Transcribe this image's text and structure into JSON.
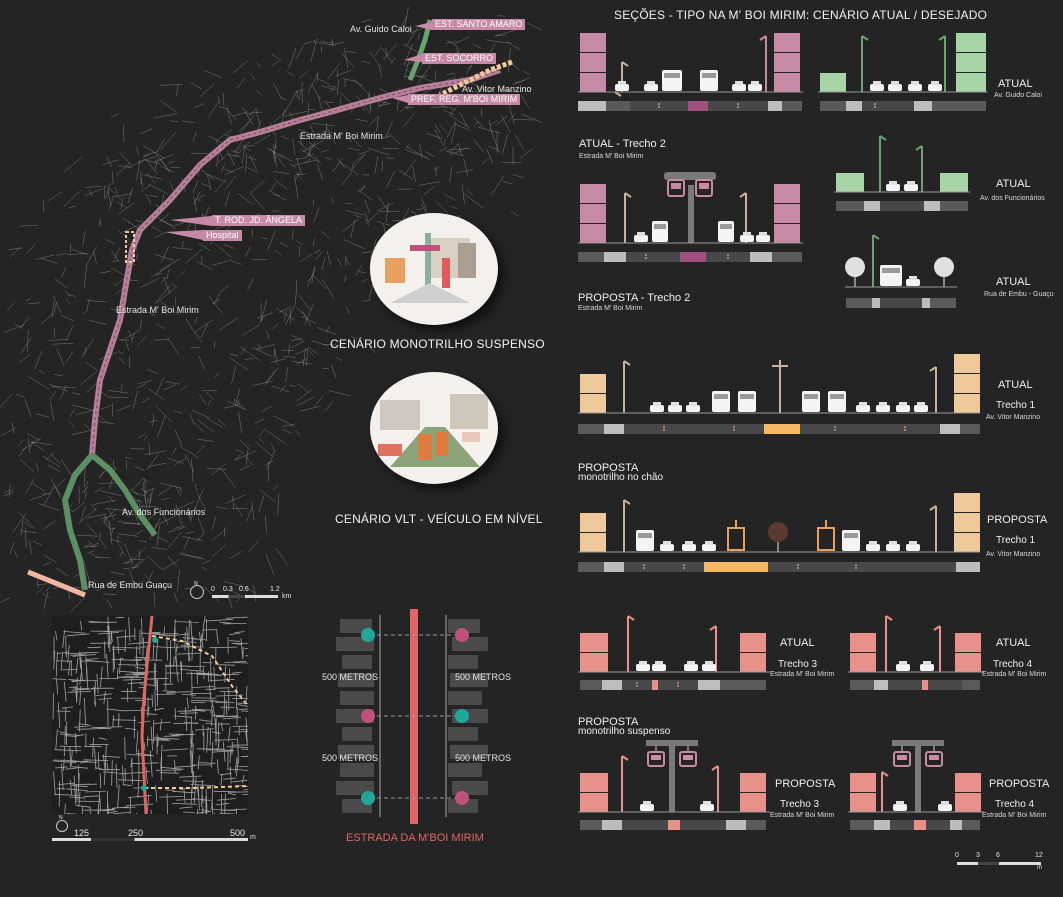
{
  "header": {
    "title": "SEÇÕES - TIPO NA M' BOI MIRIM: CENÁRIO ATUAL / DESEJADO"
  },
  "map": {
    "labels": {
      "guido": "Av. Guido Caloi",
      "vitor": "Av. Vitor Manzino",
      "estrada_top": "Estrada M' Boi Mirim",
      "estrada_mid": "Estrada M' Boi Mirim",
      "funcionarios": "Av. dos Funcionários",
      "embu": "Rua de Embu Guaçu"
    },
    "tags": {
      "santo_amaro": "EST. SANTO AMARO",
      "socorro": "EST. SOCORRO",
      "pref": "PREF. REG. M'BOI MIRIM",
      "rod": "T. ROD. JD. ÂNGELA",
      "hospital": "Hospital"
    },
    "scale": {
      "north": "N",
      "t0": "0",
      "t1": "0.3",
      "t2": "0.6",
      "t3": "1.2",
      "unit": "km"
    }
  },
  "scenarios": {
    "monotrilho": "CENÁRIO MONOTRILHO SUSPENSO",
    "vlt": "CENÁRIO VLT - VEÍCULO EM NÍVEL"
  },
  "detail_map": {
    "scale": {
      "north": "N",
      "t1": "125",
      "t2": "250",
      "t3": "500",
      "unit": "m"
    }
  },
  "stations_diagram": {
    "dist1_left": "500 METROS",
    "dist1_right": "500 METROS",
    "dist2_left": "500 METROS",
    "dist2_right": "500 METROS",
    "road_label": "ESTRADA DA M'BOI MIRIM"
  },
  "sections": {
    "s_guido": {
      "title": "ATUAL",
      "sub": "Av. Guido Caloi"
    },
    "s_t2_atual": {
      "title": "ATUAL - Trecho 2",
      "sub": "Estrada M' Boi Mirim"
    },
    "s_func": {
      "title": "ATUAL",
      "sub": "Av. dos Funcionários"
    },
    "s_embu": {
      "title": "ATUAL",
      "sub": "Rua de Embu - Guaçu"
    },
    "s_t2_prop": {
      "title": "PROPOSTA - Trecho 2",
      "sub": "Estrada M' Boi Mirim"
    },
    "s_t1_atual": {
      "title": "ATUAL",
      "trecho": "Trecho 1",
      "sub": "Av. Vitor Manzino"
    },
    "prop_chao": {
      "title": "PROPOSTA",
      "sub": "monotrilho no chão"
    },
    "s_t1_prop": {
      "title": "PROPOSTA",
      "trecho": "Trecho 1",
      "sub": "Av. Vitor Manzino"
    },
    "s_t3_atual": {
      "title": "ATUAL",
      "trecho": "Trecho 3",
      "sub": "Estrada M' Boi Mirim"
    },
    "s_t4_atual": {
      "title": "ATUAL",
      "trecho": "Trecho 4",
      "sub": "Estrada M' Boi Mirim"
    },
    "prop_susp": {
      "title": "PROPOSTA",
      "sub": "monotrilho suspenso"
    },
    "s_t3_prop": {
      "title": "PROPOSTA",
      "trecho": "Trecho 3",
      "sub": "Estrada M' Boi Mirim"
    },
    "s_t4_prop": {
      "title": "PROPOSTA",
      "trecho": "Trecho 4",
      "sub": "Estrada M' Boi Mirim"
    }
  },
  "section_scale": {
    "t0": "0",
    "t1": "3",
    "t2": "6",
    "t3": "12",
    "unit": "m"
  },
  "colors": {
    "background": "#242424",
    "pink": "#c78aa6",
    "green": "#6aa36f",
    "peach": "#f0c99a",
    "salmon": "#e8908a",
    "red_road": "#e06666",
    "teal": "#1fa89a",
    "magenta": "#c0507e"
  }
}
